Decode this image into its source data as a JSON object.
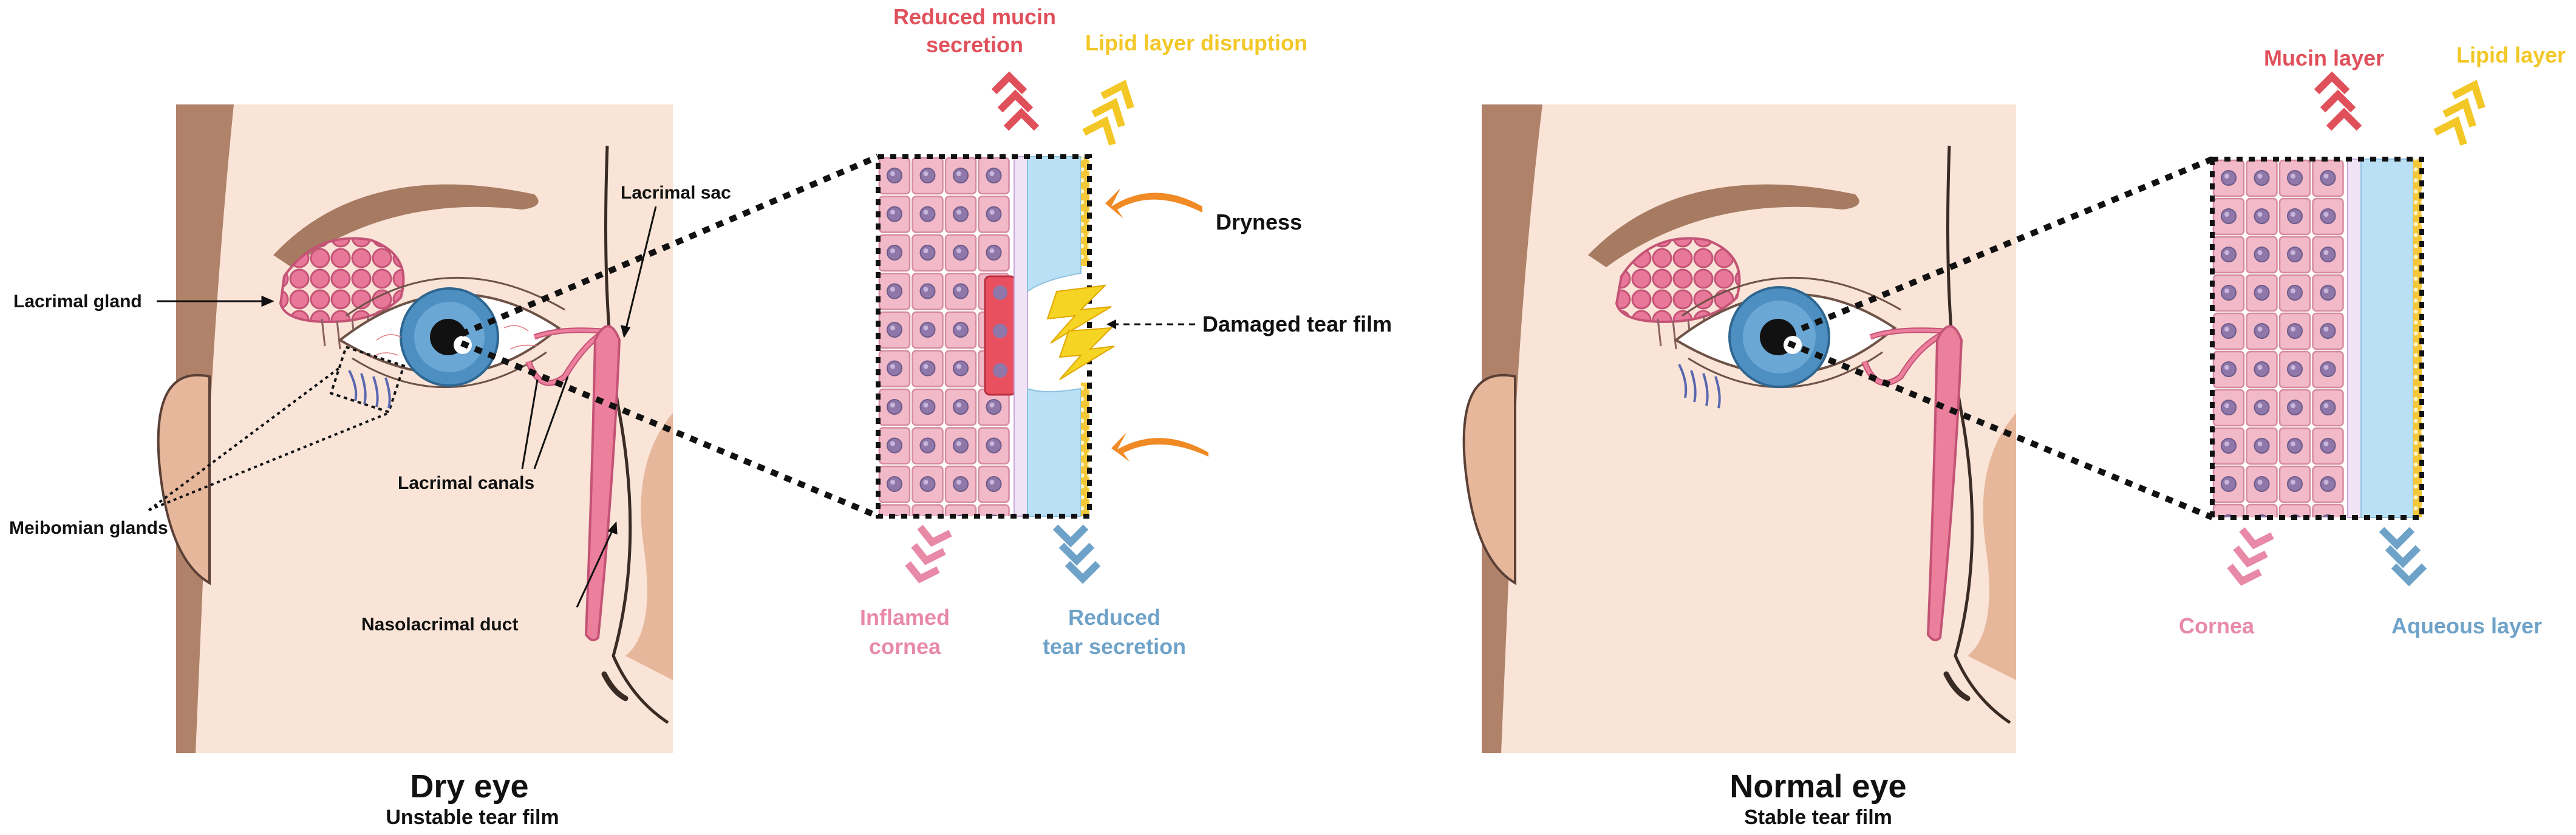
{
  "left_panel": {
    "title": "Dry eye",
    "subtitle": "Unstable tear film",
    "anatomy_labels": {
      "lacrimal_gland": "Lacrimal gland",
      "lacrimal_sac": "Lacrimal sac",
      "meibomian_glands": "Meibomian glands",
      "lacrimal_canals": "Lacrimal canals",
      "nasolacrimal_duct": "Nasolacrimal duct"
    },
    "tear_film_labels": {
      "mucin": "Reduced mucin secretion",
      "lipid": "Lipid layer disruption",
      "dryness": "Dryness",
      "damage": "Damaged tear film",
      "cornea": "Inflamed cornea",
      "aqueous": "Reduced tear secretion"
    }
  },
  "right_panel": {
    "title": "Normal eye",
    "subtitle": "Stable tear film",
    "tear_film_labels": {
      "mucin": "Mucin layer",
      "lipid": "Lipid layer",
      "cornea": "Cornea",
      "aqueous": "Aqueous layer"
    }
  },
  "colors": {
    "skin": "#f9e4d7",
    "skin_shadow": "#e7b79c",
    "hair": "#b0826a",
    "eyebrow": "#a77a62",
    "gland": "#e8789a",
    "duct": "#ec7f9c",
    "iris": "#4e8fc2",
    "cell": "#f2b9c8",
    "cell_nucleus": "#8f78a9",
    "damaged_cell": "#e8505f",
    "aqueous": "#b9e0f5",
    "lipid": "#f3c738",
    "mucin_label": "#e0505a",
    "lipid_label": "#f3c726",
    "cornea_label": "#e889a8",
    "aqueous_label": "#6ea2c8",
    "dryness_arrow": "#f08a24",
    "lightning": "#f6d424"
  }
}
